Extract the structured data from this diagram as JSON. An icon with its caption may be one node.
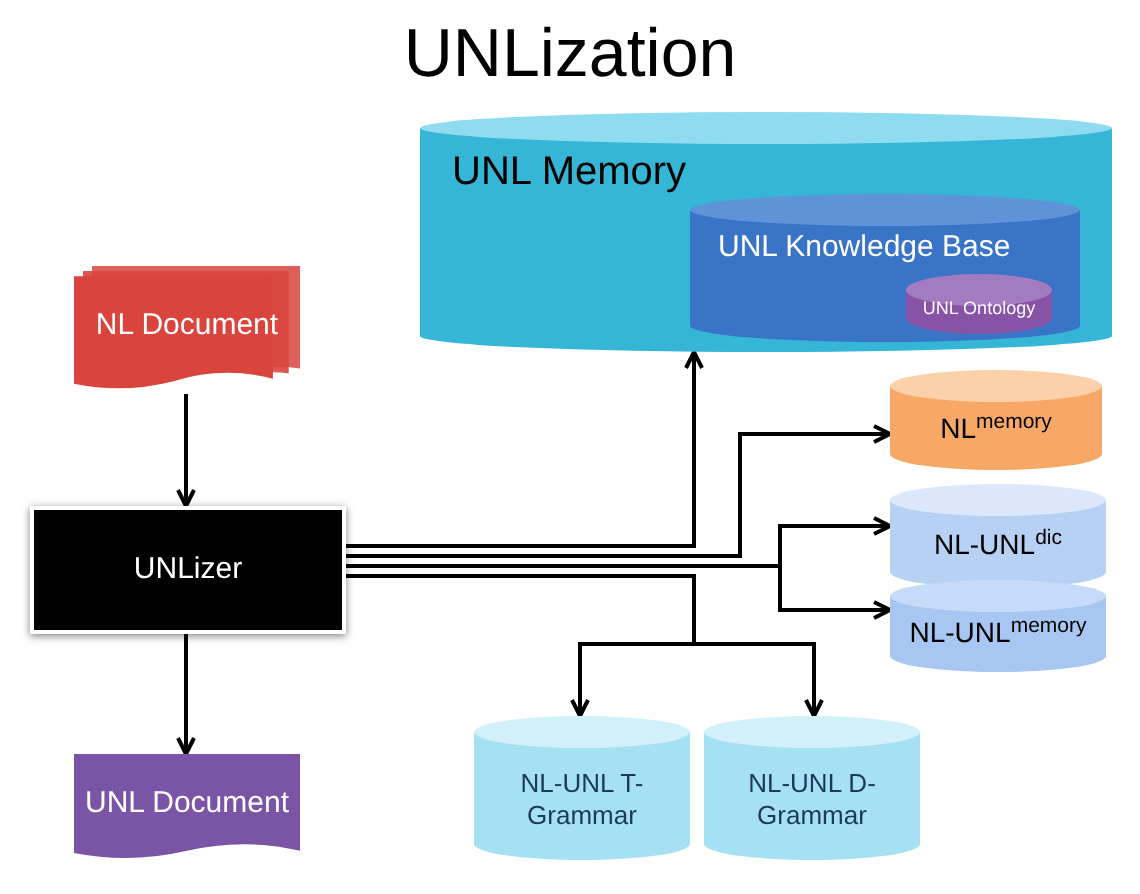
{
  "diagram": {
    "title": "UNLization",
    "nodes": [
      {
        "text": [
          "NL Document"
        ]
      },
      {
        "text": [
          "UNLizer"
        ]
      },
      {
        "text": [
          "UNL Document"
        ]
      },
      {
        "text": [
          "UNL Memory"
        ]
      },
      {
        "text": [
          "UNL Knowledge Base"
        ],
        "in": 3
      },
      {
        "text": [
          "UNL Ontology"
        ],
        "in": 4
      },
      {
        "text": [
          "NL$^{memory}$"
        ]
      },
      {
        "text": [
          "NL-UNL$^{dic}$"
        ]
      },
      {
        "text": [
          "NL-UNL$^{memory}$"
        ]
      },
      {
        "text": [
          "NL-UNL T-Grammar"
        ]
      },
      {
        "text": [
          "NL-UNL D-Grammar"
        ]
      }
    ],
    "edges": [
      {
        "from": 0,
        "to": 1,
        "arrow": "to"
      },
      {
        "from": 1,
        "to": 2,
        "arrow": "to"
      },
      {
        "from": 1,
        "to": 3,
        "arrow": "to"
      },
      {
        "from": 1,
        "to": 6,
        "arrow": "to"
      },
      {
        "from": 1,
        "to": 7,
        "arrow": "to"
      },
      {
        "from": 1,
        "to": 8,
        "arrow": "to"
      },
      {
        "from": 1,
        "to": 9,
        "arrow": "to"
      },
      {
        "from": 1,
        "to": 10,
        "arrow": "to"
      }
    ]
  }
}
